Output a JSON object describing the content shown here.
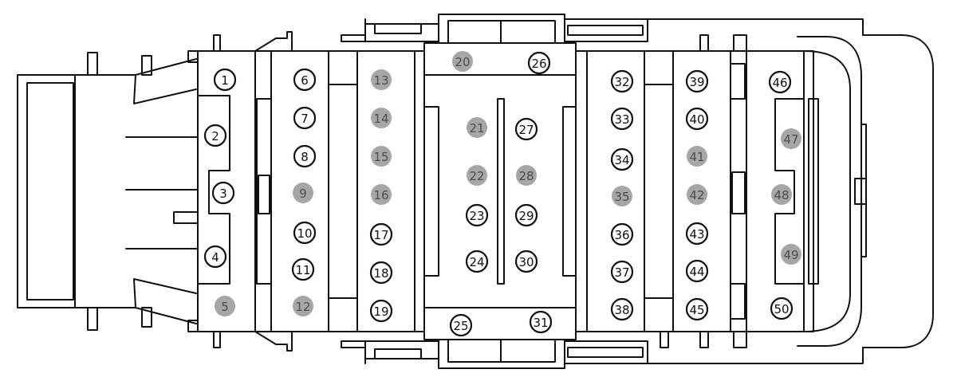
{
  "colors": {
    "line": "#111111",
    "open_pin_fill": "#ffffff",
    "open_pin_text": "#111111",
    "filled_pin_fill": "#a6a6a6",
    "filled_pin_text": "#4d4d4d"
  },
  "pins": [
    {
      "label": "1",
      "filled": false
    },
    {
      "label": "2",
      "filled": false
    },
    {
      "label": "3",
      "filled": false
    },
    {
      "label": "4",
      "filled": false
    },
    {
      "label": "5",
      "filled": true
    },
    {
      "label": "6",
      "filled": false
    },
    {
      "label": "7",
      "filled": false
    },
    {
      "label": "8",
      "filled": false
    },
    {
      "label": "9",
      "filled": true
    },
    {
      "label": "10",
      "filled": false
    },
    {
      "label": "11",
      "filled": false
    },
    {
      "label": "12",
      "filled": true
    },
    {
      "label": "13",
      "filled": true
    },
    {
      "label": "14",
      "filled": true
    },
    {
      "label": "15",
      "filled": true
    },
    {
      "label": "16",
      "filled": true
    },
    {
      "label": "17",
      "filled": false
    },
    {
      "label": "18",
      "filled": false
    },
    {
      "label": "19",
      "filled": false
    },
    {
      "label": "20",
      "filled": true
    },
    {
      "label": "21",
      "filled": true
    },
    {
      "label": "22",
      "filled": true
    },
    {
      "label": "23",
      "filled": false
    },
    {
      "label": "24",
      "filled": false
    },
    {
      "label": "25",
      "filled": false
    },
    {
      "label": "26",
      "filled": false
    },
    {
      "label": "27",
      "filled": false
    },
    {
      "label": "28",
      "filled": true
    },
    {
      "label": "29",
      "filled": false
    },
    {
      "label": "30",
      "filled": false
    },
    {
      "label": "31",
      "filled": false
    },
    {
      "label": "32",
      "filled": false
    },
    {
      "label": "33",
      "filled": false
    },
    {
      "label": "34",
      "filled": false
    },
    {
      "label": "35",
      "filled": true
    },
    {
      "label": "36",
      "filled": false
    },
    {
      "label": "37",
      "filled": false
    },
    {
      "label": "38",
      "filled": false
    },
    {
      "label": "39",
      "filled": false
    },
    {
      "label": "40",
      "filled": false
    },
    {
      "label": "41",
      "filled": true
    },
    {
      "label": "42",
      "filled": true
    },
    {
      "label": "43",
      "filled": false
    },
    {
      "label": "44",
      "filled": false
    },
    {
      "label": "45",
      "filled": false
    },
    {
      "label": "46",
      "filled": false
    },
    {
      "label": "47",
      "filled": true
    },
    {
      "label": "48",
      "filled": true
    },
    {
      "label": "49",
      "filled": true
    },
    {
      "label": "50",
      "filled": false
    }
  ]
}
